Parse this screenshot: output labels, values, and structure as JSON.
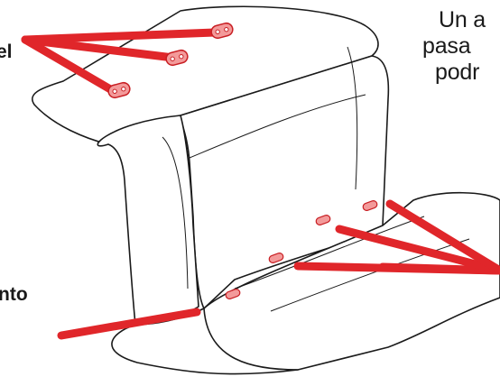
{
  "labels": {
    "top_left": "el",
    "bottom_left": "nto"
  },
  "note_lines": [
    "Un a",
    "pasa",
    "podr"
  ],
  "colors": {
    "leader": "#e0262a",
    "sensor_fill": "#f39a9a",
    "outline": "#1a1a1a"
  }
}
